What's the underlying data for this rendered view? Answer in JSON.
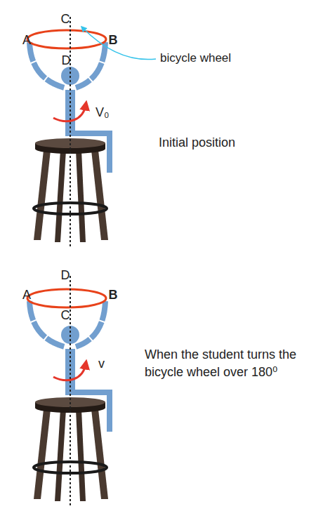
{
  "diagram": {
    "labels": [
      "C",
      "A",
      "B",
      "D",
      "bicycle wheel",
      "V₀",
      "Initial position",
      "D",
      "A",
      "B",
      "C",
      "v",
      "When the student turns the bicycle wheel over 180⁰"
    ]
  }
}
